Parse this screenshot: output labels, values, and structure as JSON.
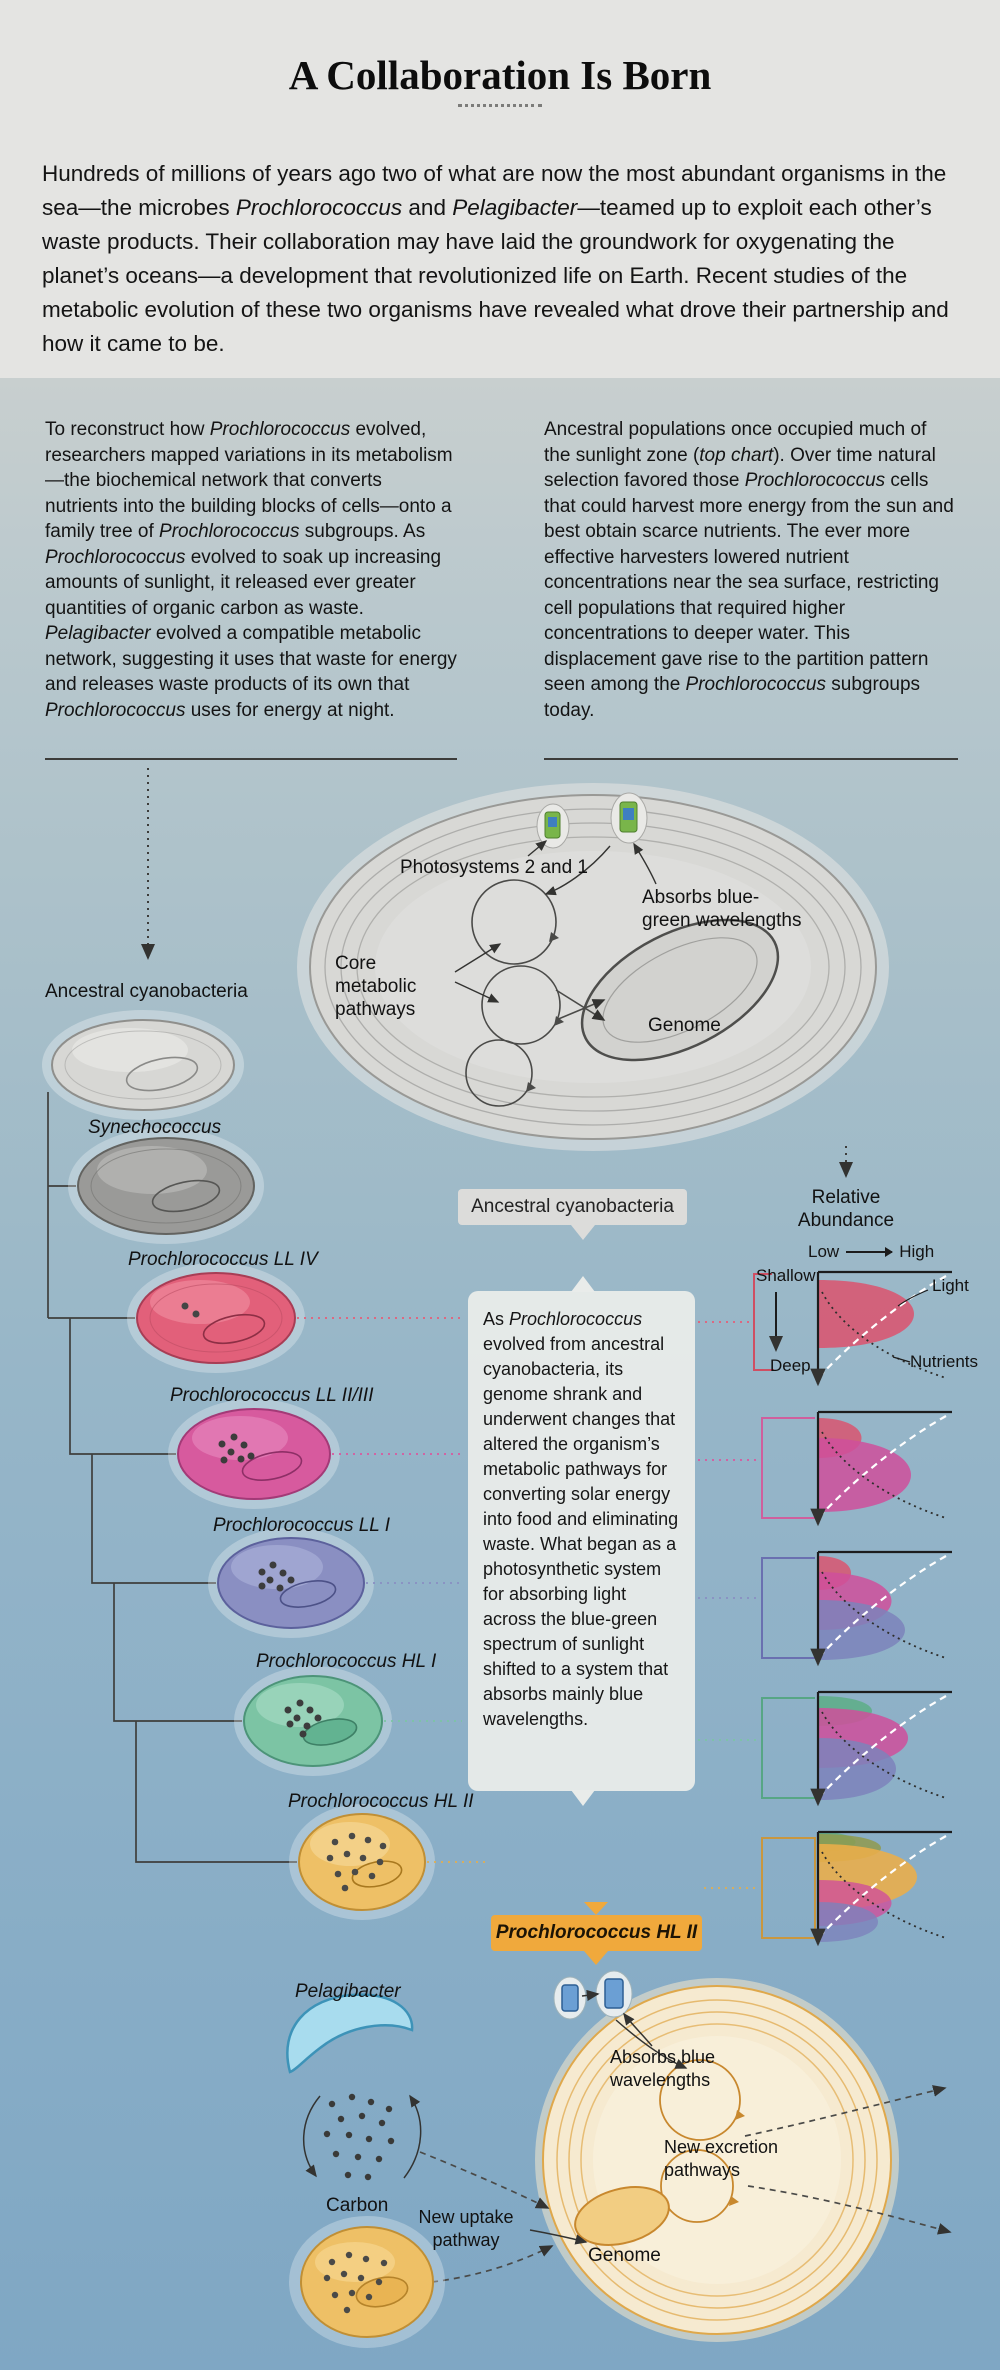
{
  "header": {
    "title": "A Collaboration Is Born",
    "intro": [
      {
        "t": "Hundreds of millions of years ago two of what are now the most abundant organisms in the sea—the microbes "
      },
      {
        "i": "Prochlorococcus"
      },
      {
        "t": " and "
      },
      {
        "i": "Pelagibacter"
      },
      {
        "t": "—teamed up to exploit each other’s waste products. Their collaboration may have laid the groundwork for oxygenating the planet’s oceans—a development that revolutionized life on Earth. Recent studies of the metabolic evolution of these two organisms have revealed what drove their partnership and how it came to be."
      }
    ]
  },
  "columns": {
    "left": [
      {
        "t": "To reconstruct how "
      },
      {
        "i": "Prochlorococcus"
      },
      {
        "t": " evolved, researchers mapped variations in its metabolism—the biochemical network that converts nutrients into the building blocks of cells—onto a family tree of "
      },
      {
        "i": "Prochlorococcus"
      },
      {
        "t": " subgroups. As "
      },
      {
        "i": "Prochlorococcus"
      },
      {
        "t": " evolved to soak up increasing amounts of sunlight, it released ever greater quantities of organic carbon as waste. "
      },
      {
        "i": "Pelagibacter"
      },
      {
        "t": " evolved a compatible metabolic network, suggesting it uses that waste for energy and releases waste products of its own that "
      },
      {
        "i": "Prochlorococcus"
      },
      {
        "t": " uses for energy at night."
      }
    ],
    "right": [
      {
        "t": "Ancestral populations once occupied much of the sunlight zone ("
      },
      {
        "i": "top chart"
      },
      {
        "t": "). Over time natural selection favored those "
      },
      {
        "i": "Prochlorococcus"
      },
      {
        "t": " cells that could harvest more energy from the sun and best obtain scarce nutrients. The ever more effective harvesters lowered nutrient concentrations near the sea surface, restricting cell populations that required higher concentrations to deeper water. This displacement gave rise to the partition pattern seen among the "
      },
      {
        "i": "Prochlorococcus"
      },
      {
        "t": " subgroups today."
      }
    ]
  },
  "cell_diagram": {
    "photosystems_label": "Photosystems 2 and 1",
    "absorbs_label": "Absorbs blue-green wavelengths",
    "core_label": "Core metabolic pathways",
    "genome_label": "Genome"
  },
  "tree": {
    "items": [
      {
        "label": "Ancestral cyanobacteria",
        "color": "#d7d7d4"
      },
      {
        "label": "Synechococcus",
        "color": "#9a9a98"
      },
      {
        "label": "Prochlorococcus LL IV",
        "color": "#e2607a"
      },
      {
        "label": "Prochlorococcus LL II/III",
        "color": "#d75a9e"
      },
      {
        "label": "Prochlorococcus LL I",
        "color": "#8a8fc2"
      },
      {
        "label": "Prochlorococcus HL I",
        "color": "#7cc4a4"
      },
      {
        "label": "Prochlorococcus HL II",
        "color": "#eec066"
      }
    ]
  },
  "center": {
    "ancestral_badge": "Ancestral cyanobacteria",
    "hl2_badge": "Prochlorococcus HL II",
    "box": [
      {
        "t": "As "
      },
      {
        "i": "Prochlorococcus"
      },
      {
        "t": " evolved from ancestral cyanobacteria, its genome shrank and underwent changes that altered the organism’s metabolic pathways for converting solar energy into food and eliminating waste. What began as a photosynthetic system for absorbing light across the blue-green spectrum of sunlight shifted to a system that absorbs mainly blue wavelengths."
      }
    ]
  },
  "abundance": {
    "title_line1": "Relative",
    "title_line2": "Abundance",
    "low": "Low",
    "high": "High",
    "shallow": "Shallow",
    "deep": "Deep",
    "light": "Light",
    "nutrients": "Nutrients",
    "panels": [
      {
        "row": 1,
        "series_colors": [
          "red"
        ],
        "note": "ancestral population spans sunlit zone, peak shallow"
      },
      {
        "row": 2,
        "series_colors": [
          "red",
          "magenta"
        ],
        "note": "LL II/III displaces ancestor deeper"
      },
      {
        "row": 3,
        "series_colors": [
          "red",
          "magenta",
          "purple"
        ],
        "note": "LL I added, older groups pushed deeper"
      },
      {
        "row": 4,
        "series_colors": [
          "green",
          "magenta",
          "purple"
        ],
        "note": "HL I occupies shallow zone"
      },
      {
        "row": 5,
        "series_colors": [
          "green",
          "olive",
          "orange",
          "magenta",
          "purple"
        ],
        "note": "HL II dominates near surface"
      }
    ],
    "curves": {
      "light": "white dashed, decreases with depth",
      "nutrients": "black dotted, increases with depth"
    }
  },
  "bottom": {
    "pelagibacter": "Pelagibacter",
    "carbon": "Carbon",
    "uptake": "New uptake pathway",
    "absorbs": "Absorbs blue wavelengths",
    "excretion": "New excretion pathways",
    "genome": "Genome"
  },
  "colors": {
    "header_bg": "#e4e4e2",
    "ocean_top": "#c8cfcf",
    "ocean_bottom": "#7fa7c4",
    "ancestral": "#d7d7d4",
    "synechococcus": "#9a9a98",
    "ll_iv": "#e2607a",
    "ll_ii_iii": "#d75a9e",
    "ll_i": "#8a8fc2",
    "hl_i": "#7cc4a4",
    "hl_ii": "#eec066",
    "pelagibacter": "#a8dcee",
    "hl2_badge": "#f0a93c",
    "light_curve": "#ffffff",
    "nutrient_curve": "#333333"
  }
}
